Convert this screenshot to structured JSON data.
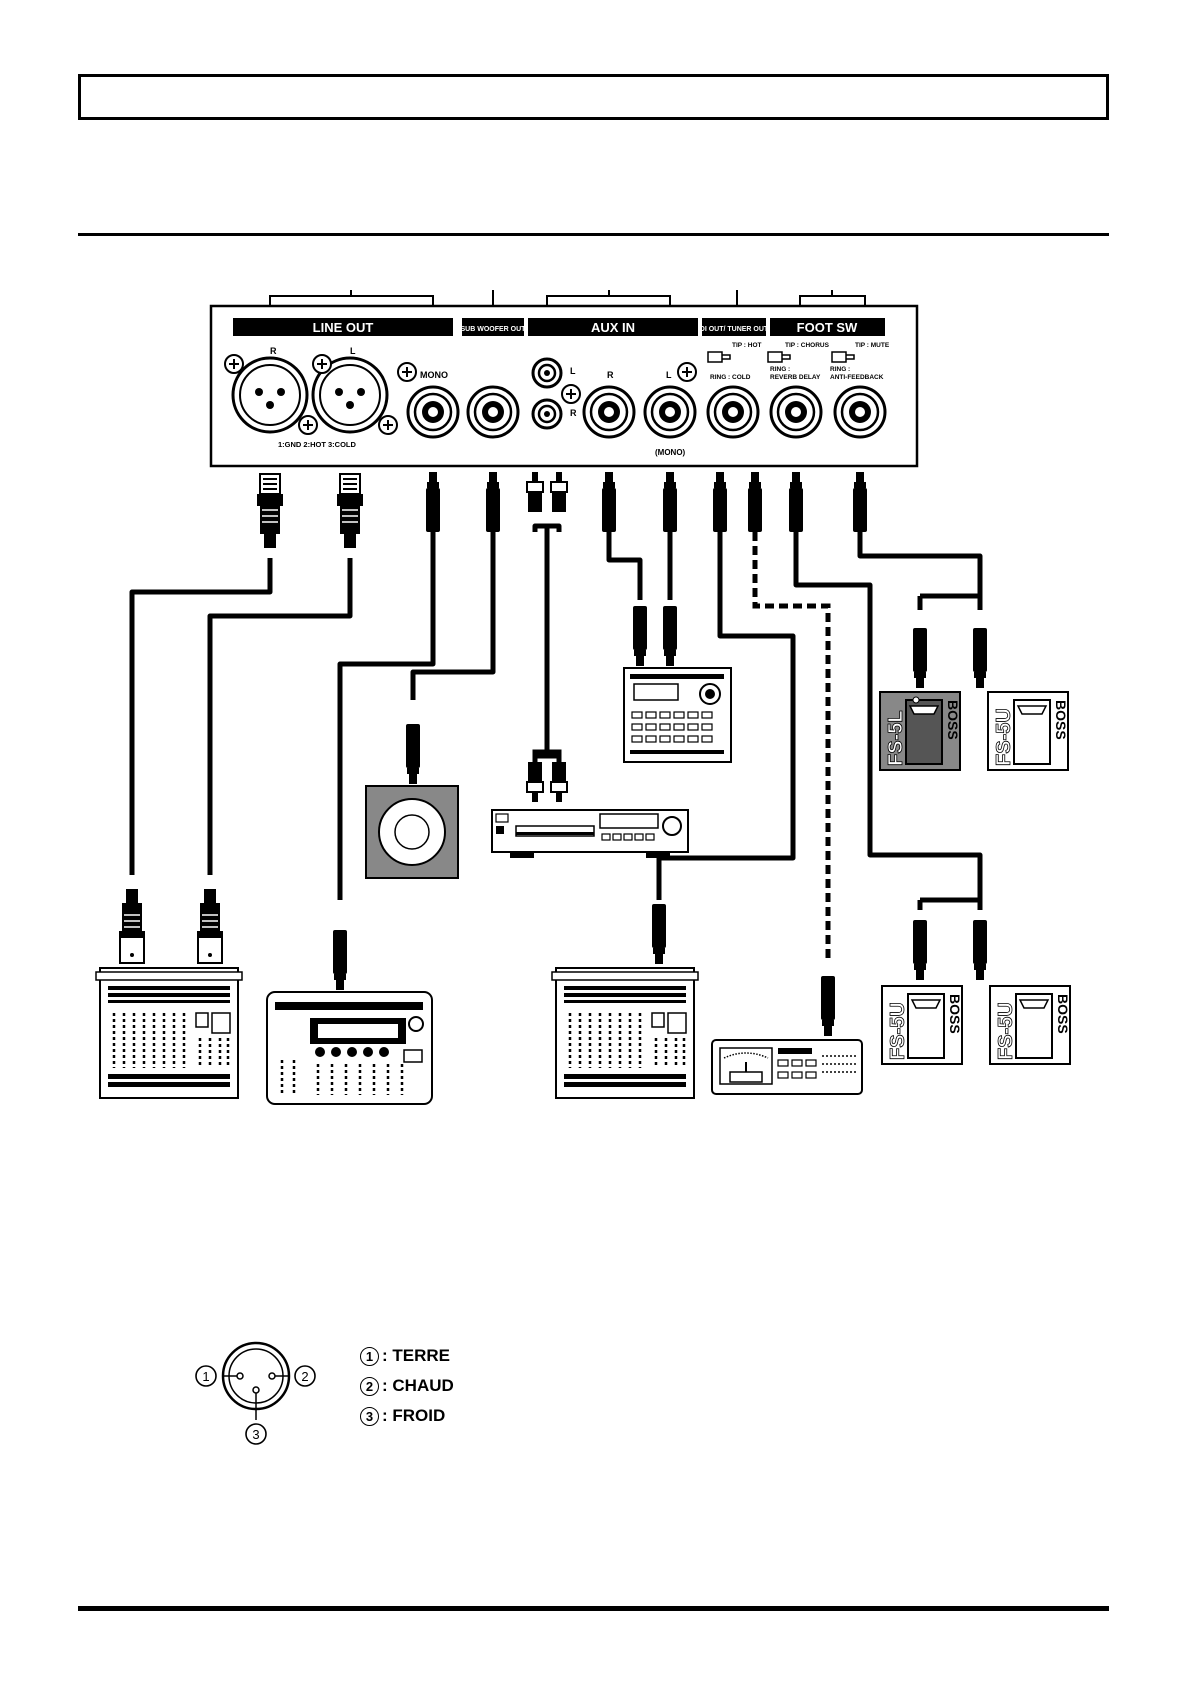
{
  "panel": {
    "sections": {
      "line_out": "LINE OUT",
      "sub_woofer_out": "SUB WOOFER OUT",
      "aux_in": "AUX IN",
      "di_tuner_out": "DI OUT/ TUNER OUT",
      "foot_sw": "FOOT SW"
    },
    "labels": {
      "r": "R",
      "l": "L",
      "mono": "MONO",
      "mono_paren": "(MONO)",
      "xlr_pins": "1:GND 2:HOT 3:COLD",
      "tip_hot": "TIP : HOT",
      "ring_cold": "RING : COLD",
      "tip_chorus": "TIP : CHORUS",
      "ring": "RING :",
      "reverb_delay": "REVERB DELAY",
      "tip_mute": "TIP : MUTE",
      "anti_feedback": "ANTI-FEEDBACK"
    }
  },
  "devices": {
    "pedals": [
      {
        "model": "FS-5L",
        "brand": "BOSS"
      },
      {
        "model": "FS-5U",
        "brand": "BOSS"
      },
      {
        "model": "FS-5U",
        "brand": "BOSS"
      },
      {
        "model": "FS-5U",
        "brand": "BOSS"
      }
    ]
  },
  "legend": [
    {
      "num": "1",
      "label": ": TERRE"
    },
    {
      "num": "2",
      "label": ": CHAUD"
    },
    {
      "num": "3",
      "label": ": FROID"
    }
  ],
  "xlr_pin_numbers": [
    "1",
    "2",
    "3"
  ]
}
